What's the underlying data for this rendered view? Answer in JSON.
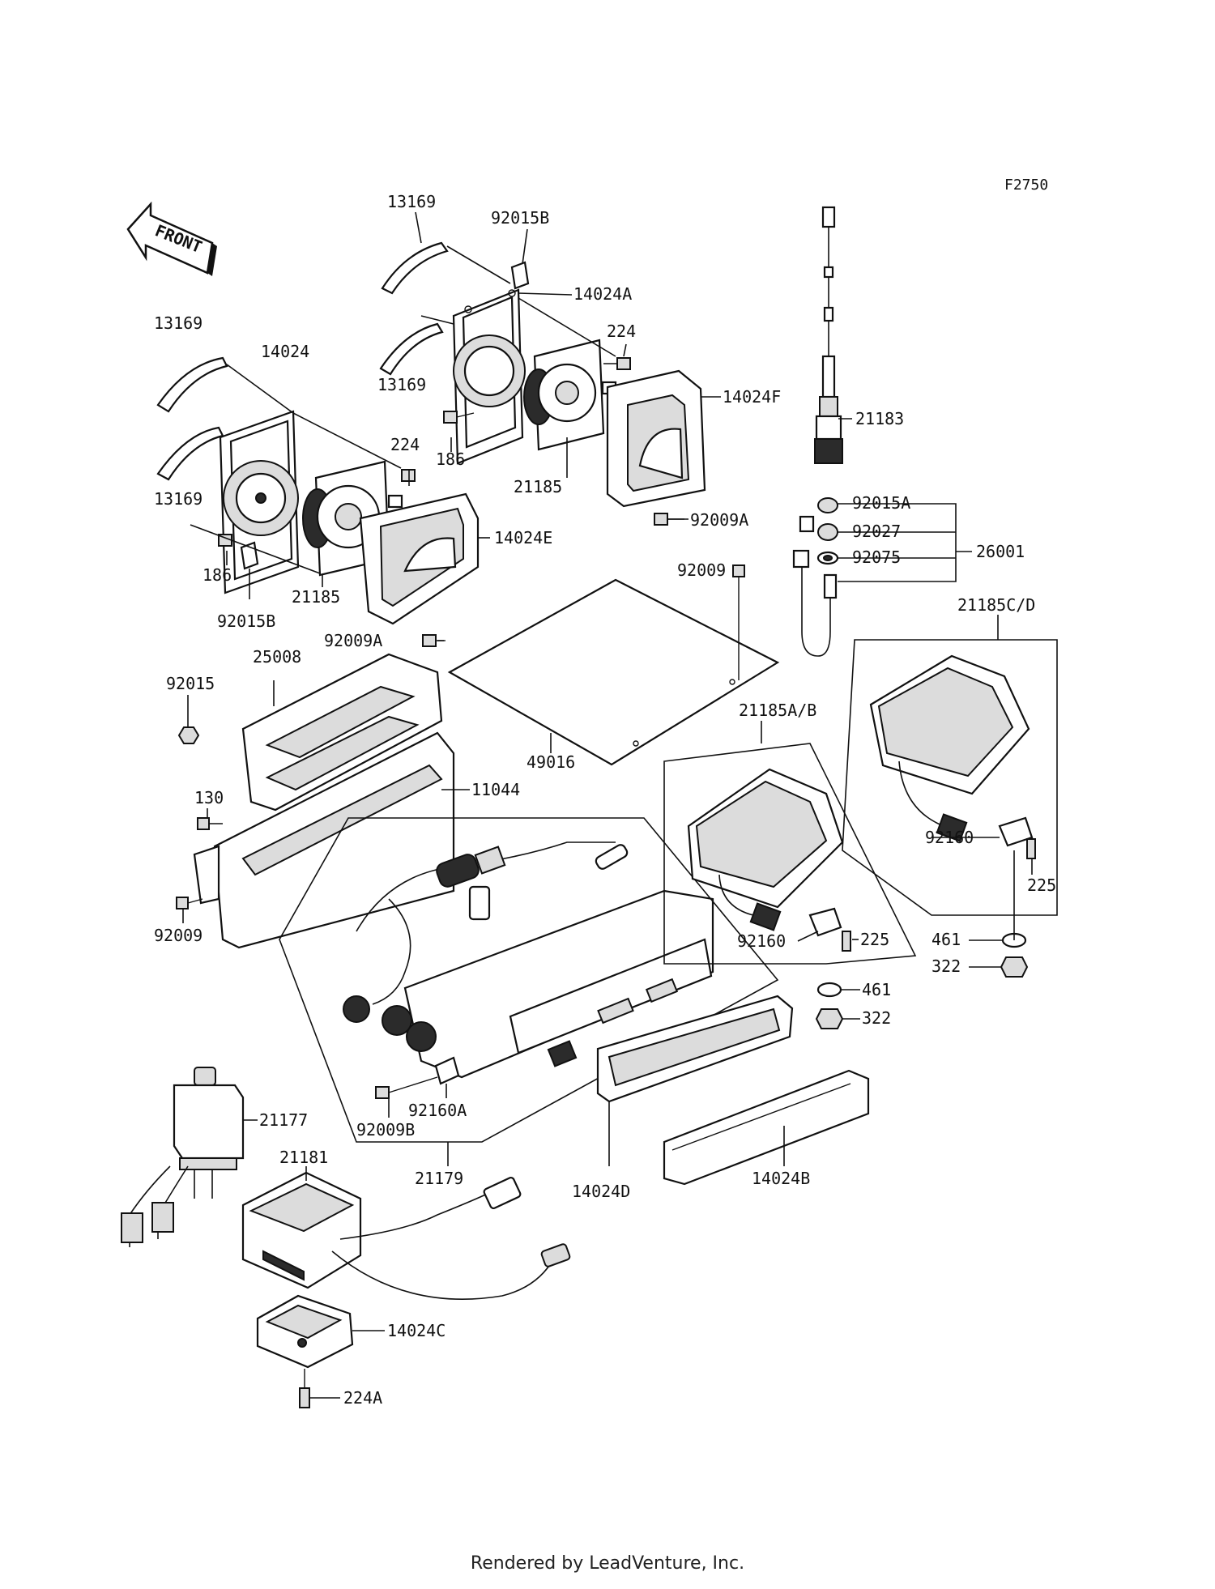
{
  "figure_code": "F2750",
  "front_label": "FRONT",
  "footer": "Rendered by LeadVenture, Inc.",
  "labels": {
    "l13169_top": "13169",
    "l92015B_top": "92015B",
    "l14024A": "14024A",
    "l13169_left": "13169",
    "l14024": "14024",
    "l224_mid": "224",
    "l13169_mid": "13169",
    "l224_left": "224",
    "l14024F": "14024F",
    "l21183": "21183",
    "l186_mid": "186",
    "l13169_low": "13169",
    "l21185_mid": "21185",
    "l92009A_mid": "92009A",
    "l14024E": "14024E",
    "l186_left": "186",
    "l21185_left": "21185",
    "l92015A": "92015A",
    "l92027": "92027",
    "l92075": "92075",
    "l26001": "26001",
    "l92009_top": "92009",
    "l92015B_left": "92015B",
    "l92009A_left": "92009A",
    "l21185CD": "21185C/D",
    "l25008": "25008",
    "l92015": "92015",
    "l21185AB": "21185A/B",
    "l49016": "49016",
    "l130": "130",
    "l11044": "11044",
    "l92160_right": "92160",
    "l225_right": "225",
    "l92009_left": "92009",
    "l92160_mid": "92160",
    "l225_mid": "225",
    "l461_right": "461",
    "l322_right": "322",
    "l461_mid": "461",
    "l322_mid": "322",
    "l21177": "21177",
    "l92160A": "92160A",
    "l92009B": "92009B",
    "l21181": "21181",
    "l21179": "21179",
    "l14024D": "14024D",
    "l14024B": "14024B",
    "l14024C": "14024C",
    "l224A": "224A"
  }
}
